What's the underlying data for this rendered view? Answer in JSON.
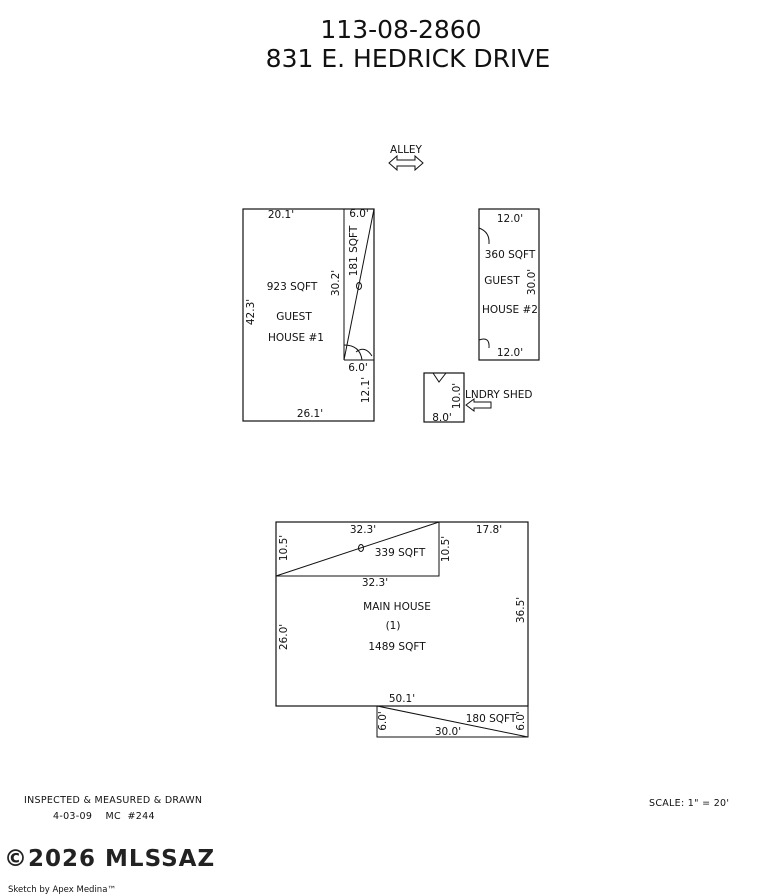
{
  "header": {
    "parcel_number": "113-08-2860",
    "address": "831 E. HEDRICK DRIVE"
  },
  "alley": {
    "label": "ALLEY"
  },
  "guest_house_1": {
    "name_line1": "GUEST",
    "name_line2": "HOUSE #1",
    "area": "923 SQFT",
    "dim_top": "20.1'",
    "dim_left": "42.3'",
    "dim_bottom": "26.1'",
    "dim_right_lower": "12.1'",
    "addition_area": "181 SQFT",
    "addition_dim_top": "6.0'",
    "addition_dim_side": "30.2'",
    "addition_dim_bottom": "6.0'"
  },
  "guest_house_2": {
    "name_line1": "GUEST",
    "name_line2": "HOUSE #2",
    "area": "360 SQFT",
    "dim_top": "12.0'",
    "dim_right": "30.0'",
    "dim_bottom": "12.0'"
  },
  "laundry_shed": {
    "label": "LNDRY SHED",
    "dim_side": "10.0'",
    "dim_bottom": "8.0'"
  },
  "main_house": {
    "name": "MAIN HOUSE",
    "number": "(1)",
    "area": "1489 SQFT",
    "dim_top_right": "17.8'",
    "dim_right": "36.5'",
    "dim_left": "26.0'",
    "dim_bottom": "50.1'",
    "addition_top_area": "339 SQFT",
    "addition_top_dim_top": "32.3'",
    "addition_top_dim_bottom": "32.3'",
    "addition_top_dim_left": "10.5'",
    "addition_top_dim_right": "10.5'",
    "addition_bottom_area": "180 SQFT",
    "addition_bottom_dim_left": "6.0'",
    "addition_bottom_dim_right": "6.0'",
    "addition_bottom_dim_bottom": "30.0'"
  },
  "footer": {
    "inspected_line1": "INSPECTED & MEASURED & DRAWN",
    "inspected_line2": "4-03-09    MC  #244",
    "scale": "SCALE: 1\" = 20'",
    "watermark": "©2026 MLSSAZ",
    "software": "Sketch by Apex Medina™"
  }
}
